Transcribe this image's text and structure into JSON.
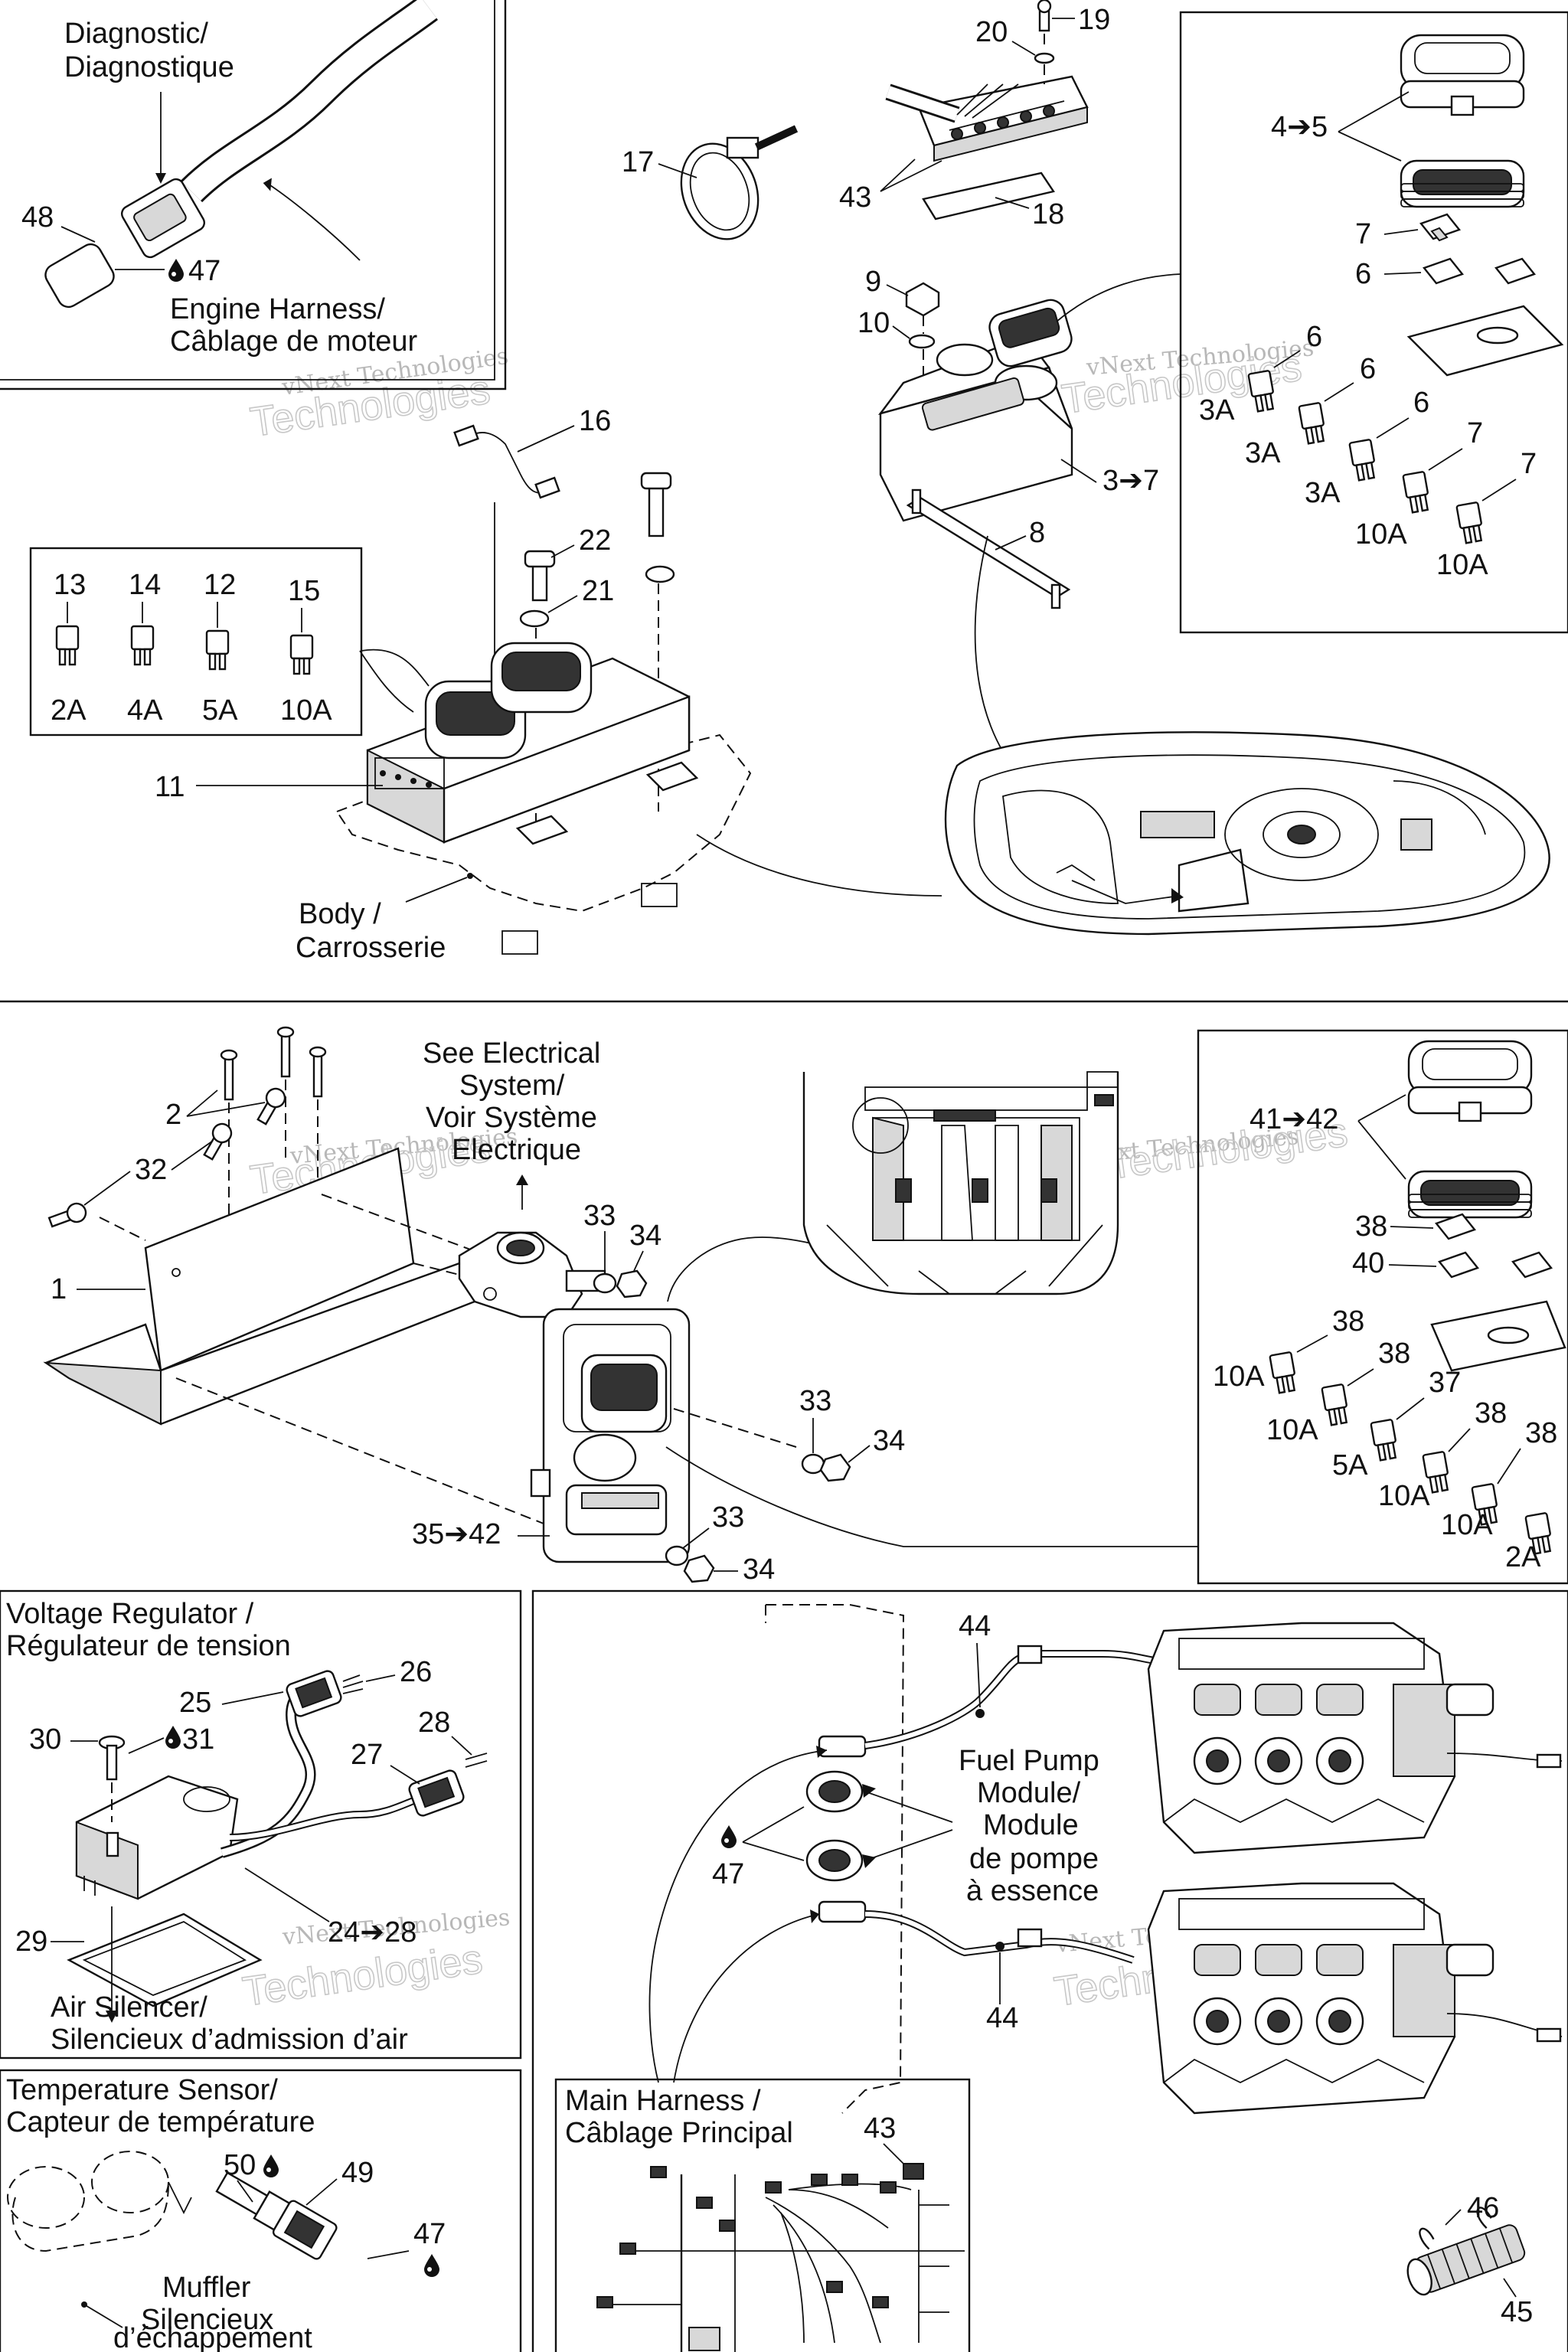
{
  "watermark": {
    "line1": "vNext Technologies",
    "line2": "Technologies",
    "line3": "Next"
  },
  "panels": {
    "diagnostic": {
      "title_en": "Diagnostic/",
      "title_fr": "Diagnostique"
    },
    "engine_harness": {
      "en": "Engine Harness/",
      "fr": "Câblage de moteur"
    },
    "body": {
      "en": "Body /",
      "fr": "Carrosserie"
    },
    "see_electrical": {
      "l1": "See Electrical",
      "l2": "System/",
      "l3": "Voir Système",
      "l4": "Electrique"
    },
    "voltage_regulator": {
      "en": "Voltage Regulator /",
      "fr": "Régulateur de tension"
    },
    "air_silencer": {
      "en": "Air Silencer/",
      "fr": "Silencieux d’admission d’air"
    },
    "temperature_sensor": {
      "en": "Temperature Sensor/",
      "fr": "Capteur de température"
    },
    "muffler": {
      "l1": "Muffler",
      "l2": "Silencieux",
      "l3": "d’échappement"
    },
    "fuel_pump": {
      "l1": "Fuel Pump",
      "l2": "Module/",
      "l3": "Module",
      "l4": "de pompe",
      "l5": "à essence"
    },
    "main_harness": {
      "en": "Main Harness /",
      "fr": "Câblage Principal"
    }
  },
  "callouts": {
    "c1": "1",
    "c2": "2",
    "c3_7": "3➔7",
    "c4_5": "4➔5",
    "c6a": "6",
    "c6b": "6",
    "c6c": "6",
    "c6d": "6",
    "c7a": "7",
    "c7b": "7",
    "c7c": "7",
    "c8": "8",
    "c9": "9",
    "c10": "10",
    "c11": "11",
    "c12": "12",
    "c13": "13",
    "c14": "14",
    "c15": "15",
    "c16": "16",
    "c17": "17",
    "c18": "18",
    "c19": "19",
    "c20": "20",
    "c21": "21",
    "c22": "22",
    "c24_28": "24➔28",
    "c25": "25",
    "c26": "26",
    "c27": "27",
    "c28": "28",
    "c29": "29",
    "c30": "30",
    "c31": "31",
    "c32": "32",
    "c33a": "33",
    "c33b": "33",
    "c33c": "33",
    "c34a": "34",
    "c34b": "34",
    "c34c": "34",
    "c35_42": "35➔42",
    "c37": "37",
    "c38a": "38",
    "c38b": "38",
    "c38c": "38",
    "c38d": "38",
    "c38e": "38",
    "c40": "40",
    "c41_42": "41➔42",
    "c43a": "43",
    "c43b": "43",
    "c44a": "44",
    "c44b": "44",
    "c45": "45",
    "c46": "46",
    "c47a": "47",
    "c47b": "47",
    "c47c": "47",
    "c48": "48",
    "c49": "49",
    "c50": "50"
  },
  "fuse_ratings": {
    "top_left": [
      "2A",
      "4A",
      "5A",
      "10A"
    ],
    "top_right": [
      "3A",
      "3A",
      "3A",
      "10A",
      "10A"
    ],
    "mid_right": [
      "10A",
      "10A",
      "5A",
      "10A",
      "10A",
      "2A"
    ]
  }
}
